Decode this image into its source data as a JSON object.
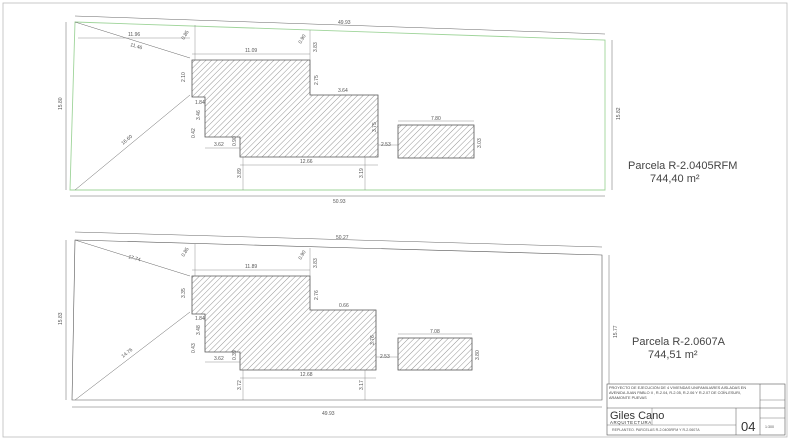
{
  "parcels": [
    {
      "id": "parcel-1",
      "label": "Parcela R-2.0405RFM",
      "area": "744,40 m²",
      "dims": {
        "top": "49.93",
        "bottom": "50.93",
        "left": "15.80",
        "right": "15.82",
        "diag_top": "11.96",
        "diag_top2": "11.46",
        "diag_long": "16.60",
        "house_top": "11.09",
        "house_left_step": "2.10",
        "house_step_a": "1.84",
        "house_step_b": "3.46",
        "house_step_c": "0.42",
        "house_step_d": "3.62",
        "house_step_e": "0.90",
        "house_step_f": "12.66",
        "house_mid": "2.75",
        "house_mid_w": "3.64",
        "house_right": "3.75",
        "gap_right": "2.53",
        "annex_w": "7.80",
        "annex_h": "3.03",
        "bottom_left": "3.89",
        "bottom_right": "3.19",
        "top_small_a": "0.85",
        "top_small_b": "0.90",
        "top_small_c": "3.83"
      }
    },
    {
      "id": "parcel-2",
      "label": "Parcela R-2.0607A",
      "area": "744,51 m²",
      "dims": {
        "top": "50.27",
        "bottom": "49.93",
        "left": "15.83",
        "right": "15.77",
        "diag_top": "17.74",
        "diag_long": "14.76",
        "house_top": "11.89",
        "house_left_step": "3.35",
        "house_step_a": "1.84",
        "house_step_b": "3.48",
        "house_step_c": "0.43",
        "house_step_d": "3.62",
        "house_step_e": "0.39",
        "house_step_f": "12.68",
        "house_mid": "2.76",
        "house_mid_w": "0.66",
        "house_right": "3.76",
        "gap_right": "2.53",
        "annex_w": "7.08",
        "annex_h": "3.80",
        "bottom_left": "3.72",
        "bottom_right": "3.17",
        "top_small_a": "0.85",
        "top_small_b": "0.90",
        "top_small_c": "3.83"
      }
    }
  ],
  "title_block": {
    "project": "PROYECTO DE EJECUCIÓN DE 4 VIVIENDAS UNIFAMILIARES AISLADAS EN AVENIDA JUAN PABLO II , R-2.04, R-2.05, R-2.06 y R-2.07 DE COÍN-ESURI, ARAMONTE PUEVAS",
    "logo_main": "Giles Cano",
    "logo_sub": "ARQUITECTURA",
    "plan": "REPLANTEO. PARCELAS R-2.0405RFM Y R-2.0607A",
    "sheet_no": "04",
    "scale": "1:300"
  },
  "colors": {
    "line": "#555555",
    "grid_green": "#9fd49a",
    "hatch": "#8a8a8a",
    "border": "#bbbbbb"
  }
}
